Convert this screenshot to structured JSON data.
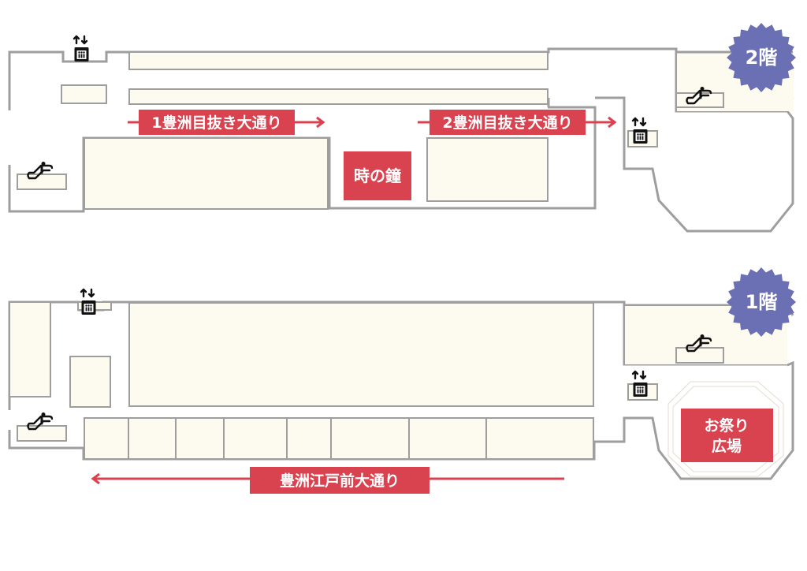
{
  "colors": {
    "label_red": "#d9424f",
    "badge_purple": "#6b6fb3",
    "wall_gray": "#9e9e9e",
    "shop_fill": "#fdfbf0",
    "icon_black": "#111111"
  },
  "floors": {
    "second": {
      "badge": "2階",
      "streets": [
        {
          "label": "1豊洲目抜き大通り",
          "direction": "right"
        },
        {
          "label": "2豊洲目抜き大通り",
          "direction": "right"
        }
      ],
      "landmark": "時の鐘"
    },
    "first": {
      "badge": "1階",
      "street": {
        "label": "豊洲江戸前大通り",
        "direction": "left"
      },
      "plaza_line1": "お祭り",
      "plaza_line2": "広場"
    }
  },
  "icons": [
    "elevator-icon",
    "escalator-icon"
  ]
}
